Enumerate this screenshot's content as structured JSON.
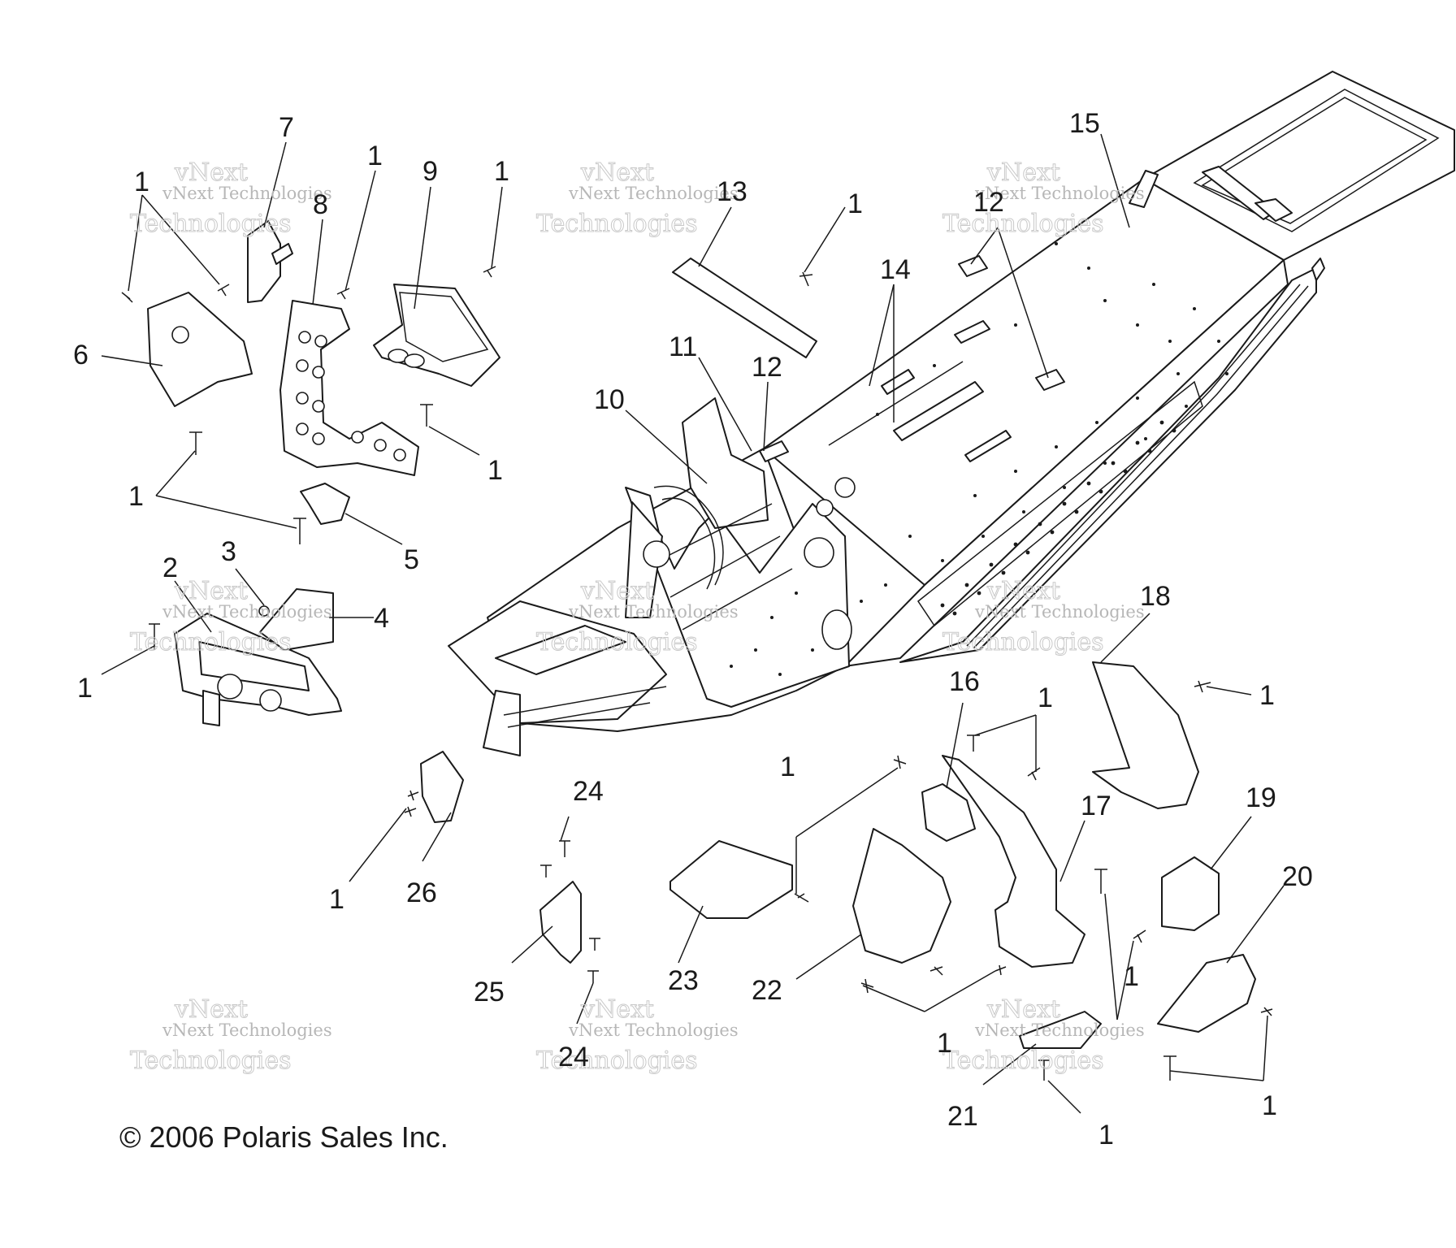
{
  "copyright": "© 2006 Polaris Sales Inc.",
  "watermark": {
    "line1": "vNext Technologies",
    "line2": "vNext",
    "line3": "Technologies"
  },
  "callouts": [
    {
      "id": "c1a",
      "text": "1"
    },
    {
      "id": "c7",
      "text": "7"
    },
    {
      "id": "c1b",
      "text": "1"
    },
    {
      "id": "c8",
      "text": "8"
    },
    {
      "id": "c9",
      "text": "9"
    },
    {
      "id": "c1c",
      "text": "1"
    },
    {
      "id": "c6",
      "text": "6"
    },
    {
      "id": "c1d",
      "text": "1"
    },
    {
      "id": "c1e",
      "text": "1"
    },
    {
      "id": "c5",
      "text": "5"
    },
    {
      "id": "c2",
      "text": "2"
    },
    {
      "id": "c3",
      "text": "3"
    },
    {
      "id": "c4",
      "text": "4"
    },
    {
      "id": "c1f",
      "text": "1"
    },
    {
      "id": "c13",
      "text": "13"
    },
    {
      "id": "c1g",
      "text": "1"
    },
    {
      "id": "c15",
      "text": "15"
    },
    {
      "id": "c12a",
      "text": "12"
    },
    {
      "id": "c14",
      "text": "14"
    },
    {
      "id": "c11",
      "text": "11"
    },
    {
      "id": "c12b",
      "text": "12"
    },
    {
      "id": "c10",
      "text": "10"
    },
    {
      "id": "c18",
      "text": "18"
    },
    {
      "id": "c1h",
      "text": "1"
    },
    {
      "id": "c16",
      "text": "16"
    },
    {
      "id": "c1i",
      "text": "1"
    },
    {
      "id": "c1j",
      "text": "1"
    },
    {
      "id": "c17",
      "text": "17"
    },
    {
      "id": "c19",
      "text": "19"
    },
    {
      "id": "c20",
      "text": "20"
    },
    {
      "id": "c24a",
      "text": "24"
    },
    {
      "id": "c26",
      "text": "26"
    },
    {
      "id": "c1k",
      "text": "1"
    },
    {
      "id": "c25",
      "text": "25"
    },
    {
      "id": "c23",
      "text": "23"
    },
    {
      "id": "c22",
      "text": "22"
    },
    {
      "id": "c1l",
      "text": "1"
    },
    {
      "id": "c1m",
      "text": "1"
    },
    {
      "id": "c24b",
      "text": "24"
    },
    {
      "id": "c21",
      "text": "21"
    },
    {
      "id": "c1n",
      "text": "1"
    },
    {
      "id": "c1o",
      "text": "1"
    }
  ]
}
